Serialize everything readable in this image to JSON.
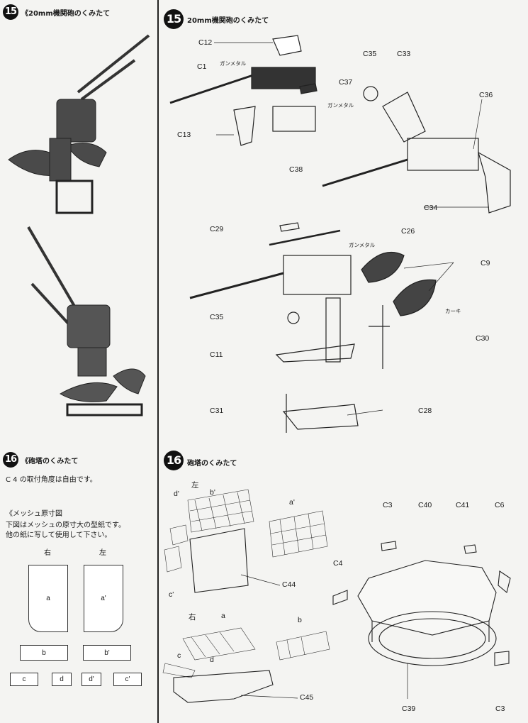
{
  "left": {
    "step15": {
      "number": "15",
      "title": "《20mm機関砲のくみたて"
    },
    "step16": {
      "number": "16",
      "title": "《砲塔のくみたて",
      "note": "C 4 の取付角度は自由です。"
    },
    "mesh": {
      "heading": "《メッシュ原寸図",
      "line1": "下図はメッシュの原寸大の型紙です。",
      "line2": "他の紙に写して使用して下さい。",
      "right_label": "右",
      "left_label": "左",
      "pieces": [
        "a",
        "a'",
        "b",
        "b'",
        "c",
        "d",
        "d'",
        "c'"
      ]
    }
  },
  "right": {
    "step15": {
      "number": "15",
      "title": "20mm機関砲のくみたて",
      "labels": [
        "C12",
        "C1",
        "C37",
        "C13",
        "C38",
        "C35",
        "C33",
        "C36",
        "C34",
        "C29",
        "C26",
        "C9",
        "C35",
        "C11",
        "C30",
        "C31",
        "C28"
      ],
      "notes": [
        "ガンメタル",
        "ガンメタル",
        "ガンメタル",
        "カーキ"
      ]
    },
    "step16": {
      "number": "16",
      "title": "砲塔のくみたて",
      "labels": [
        "d'",
        "左",
        "b'",
        "a'",
        "c'",
        "C44",
        "右",
        "a",
        "b",
        "c",
        "d",
        "C45",
        "C3",
        "C40",
        "C41",
        "C6",
        "C4",
        "C39",
        "C3"
      ]
    }
  }
}
